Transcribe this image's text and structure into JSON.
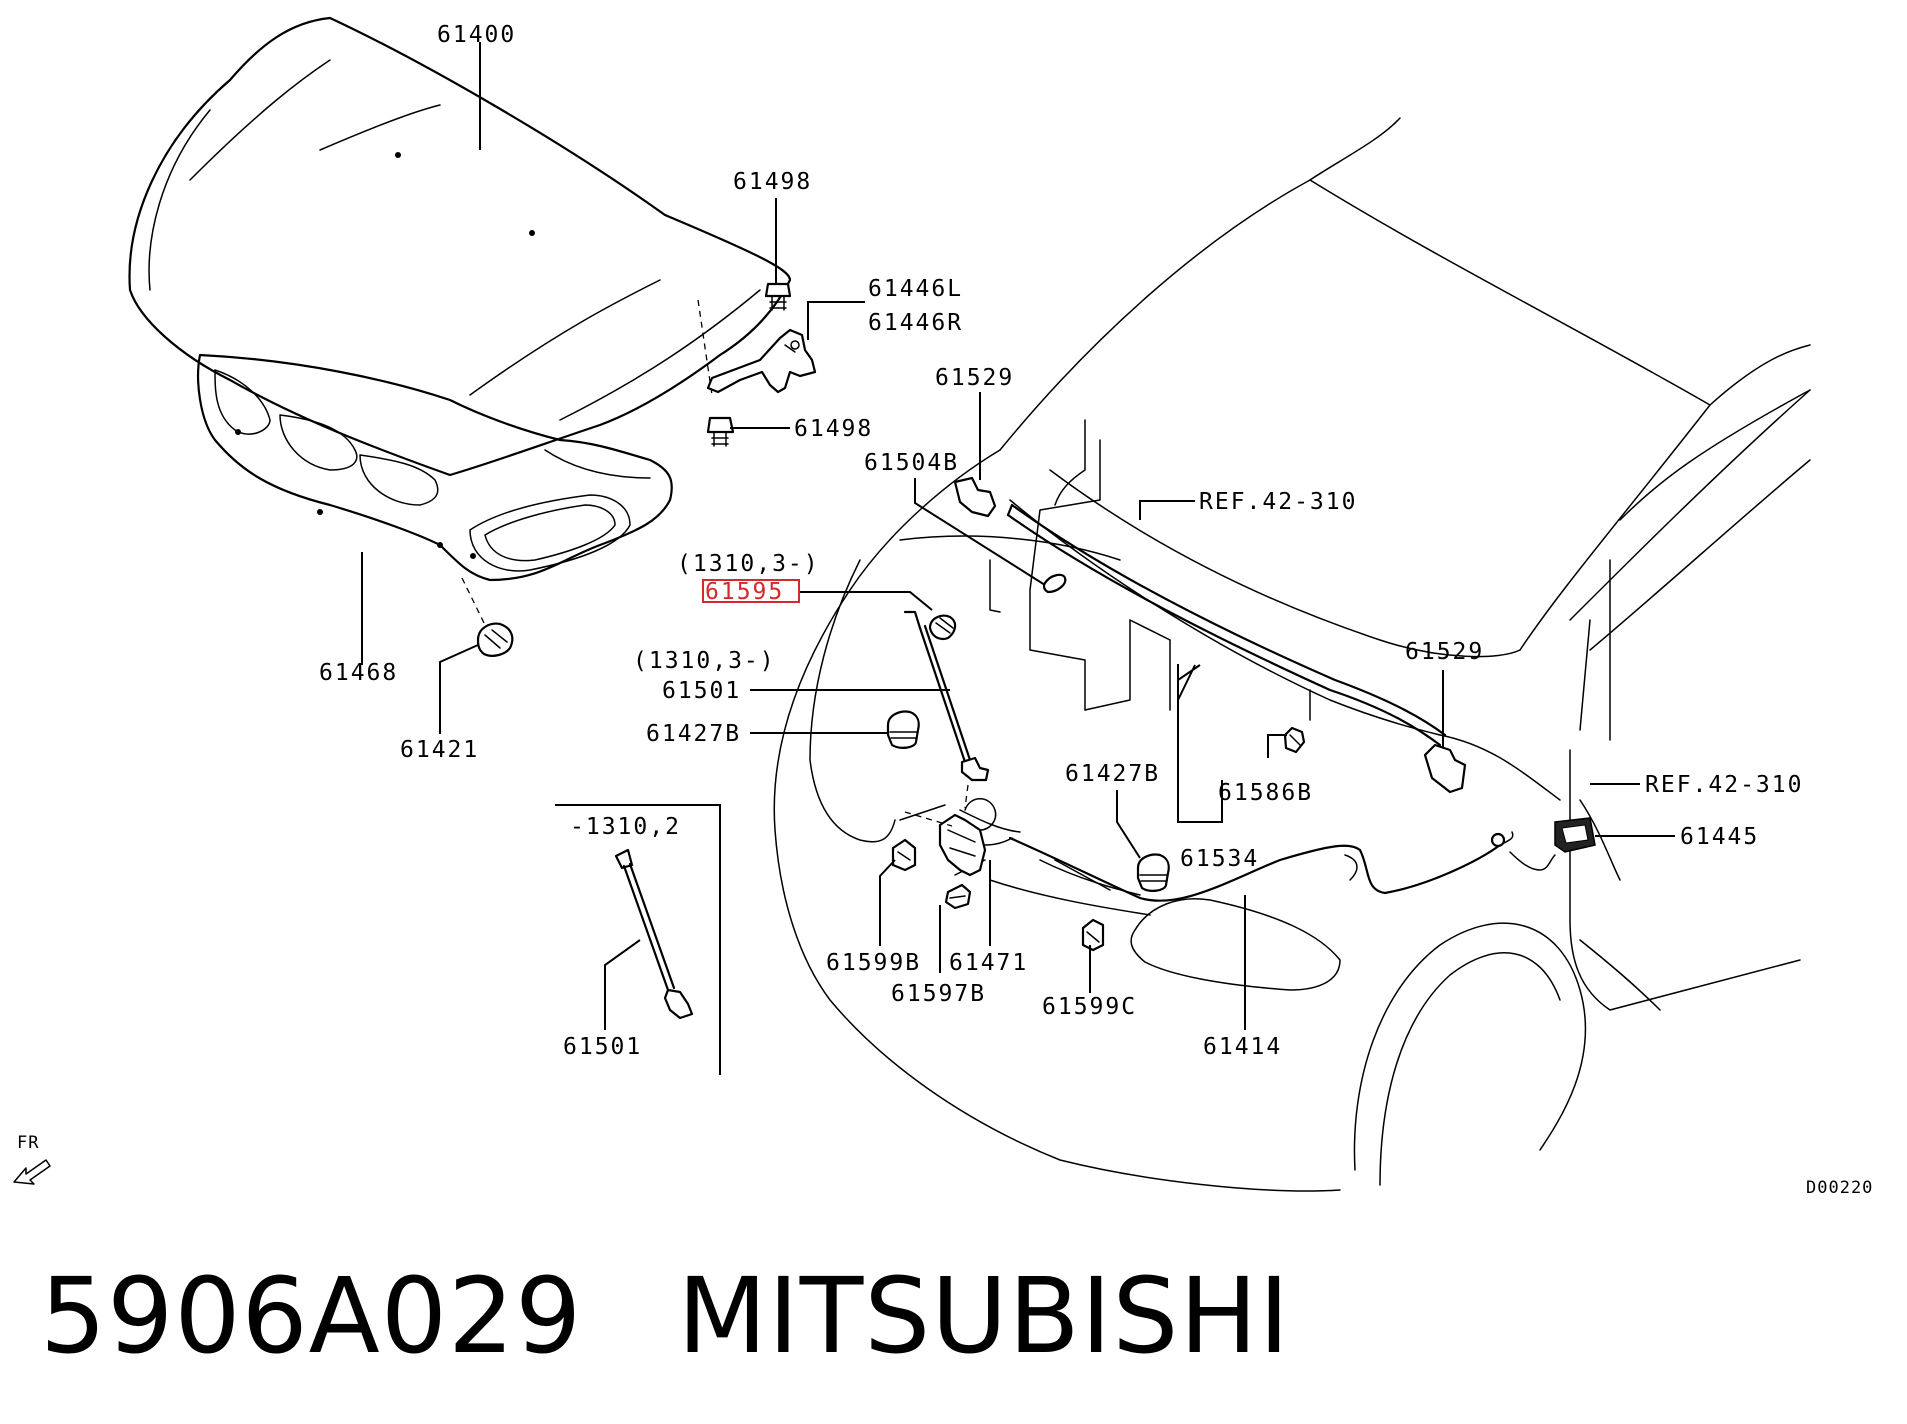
{
  "parts": [
    {
      "id": "61400",
      "text": "61400"
    },
    {
      "id": "61498-top",
      "text": "61498"
    },
    {
      "id": "61446L",
      "text": "61446L"
    },
    {
      "id": "61446R",
      "text": "61446R"
    },
    {
      "id": "61498-bottom",
      "text": "61498"
    },
    {
      "id": "61529-top",
      "text": "61529"
    },
    {
      "id": "61504B",
      "text": "61504B"
    },
    {
      "id": "61468",
      "text": "61468"
    },
    {
      "id": "61421",
      "text": "61421"
    },
    {
      "id": "61595",
      "text": "61595"
    },
    {
      "id": "61501-main",
      "text": "61501"
    },
    {
      "id": "61427B-left",
      "text": "61427B"
    },
    {
      "id": "61427B-right",
      "text": "61427B"
    },
    {
      "id": "61529-right",
      "text": "61529"
    },
    {
      "id": "61586B",
      "text": "61586B"
    },
    {
      "id": "61534",
      "text": "61534"
    },
    {
      "id": "61445",
      "text": "61445"
    },
    {
      "id": "61599B",
      "text": "61599B"
    },
    {
      "id": "61471",
      "text": "61471"
    },
    {
      "id": "61597B",
      "text": "61597B"
    },
    {
      "id": "61599C",
      "text": "61599C"
    },
    {
      "id": "61414",
      "text": "61414"
    },
    {
      "id": "61501-old",
      "text": "61501"
    }
  ],
  "serial_notes": {
    "note_61595": "(1310,3-)",
    "note_61501": "(1310,3-)",
    "note_old": "-1310,2"
  },
  "references": {
    "ref_top": "REF.42-310",
    "ref_right": "REF.42-310"
  },
  "direction": "FR",
  "drawing_code": "D00220",
  "highlight_color": "#d42a2a",
  "footer": {
    "part_number": "5906A029",
    "brand": "MITSUBISHI"
  }
}
